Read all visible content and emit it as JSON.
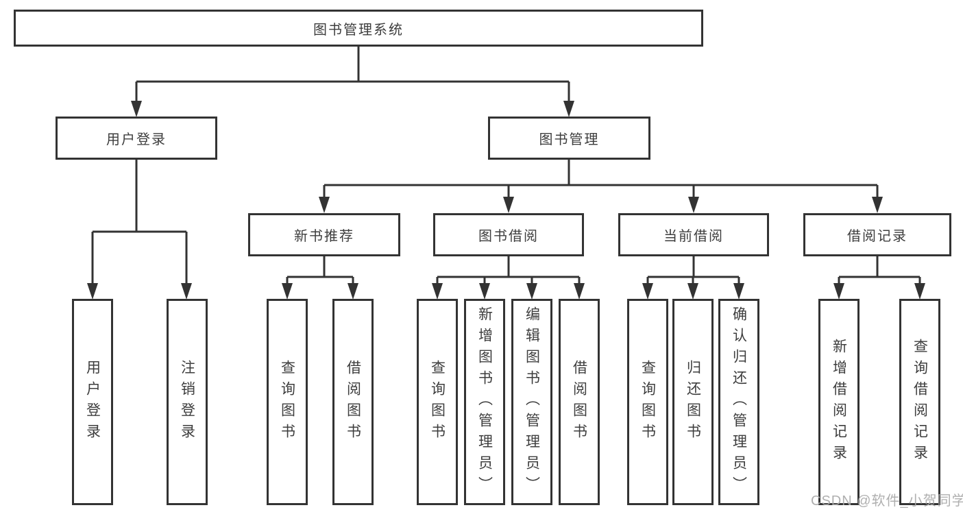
{
  "diagram": {
    "root": "图书管理系统",
    "branches": [
      {
        "label": "用户登录",
        "leaves": [
          "用户登录",
          "注销登录"
        ]
      },
      {
        "label": "图书管理",
        "modules": [
          {
            "label": "新书推荐",
            "leaves": [
              "查询图书",
              "借阅图书"
            ]
          },
          {
            "label": "图书借阅",
            "leaves": [
              "查询图书",
              "新增图书（管理员）",
              "编辑图书（管理员）",
              "借阅图书"
            ]
          },
          {
            "label": "当前借阅",
            "leaves": [
              "查询图书",
              "归还图书",
              "确认归还（管理员）"
            ]
          },
          {
            "label": "借阅记录",
            "leaves": [
              "新增借阅记录",
              "查询借阅记录"
            ]
          }
        ]
      }
    ]
  },
  "watermark": "CSDN @软件_小贺同学",
  "colors": {
    "line": "#333333",
    "text": "#3d3d3d",
    "watermark": "#a9a9a9",
    "background": "#ffffff"
  }
}
